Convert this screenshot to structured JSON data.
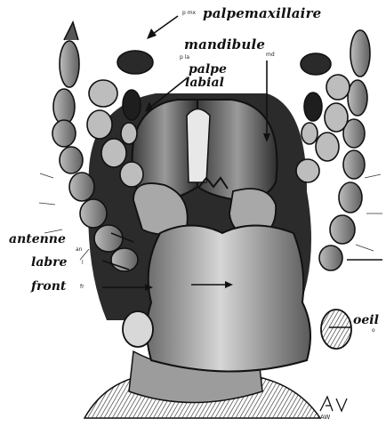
{
  "labels": {
    "palpe_maxillaire": {
      "text": "palpemaxillaire",
      "abbr": "p mx"
    },
    "mandibule": {
      "text": "mandibule",
      "abbr": "md"
    },
    "palpe_labial": {
      "line1": "palpe",
      "line2": "labial",
      "abbr": "p la"
    },
    "antenne": {
      "text": "antenne",
      "abbr": "an"
    },
    "labre": {
      "text": "labre",
      "abbr": "l"
    },
    "front": {
      "text": "front",
      "abbr": "fr"
    },
    "oeil": {
      "text": "oeil",
      "abbr": "o"
    }
  },
  "signature": "AW",
  "colors": {
    "ink": "#111111",
    "paper": "#ffffff",
    "shade": "#7a7a7a"
  }
}
